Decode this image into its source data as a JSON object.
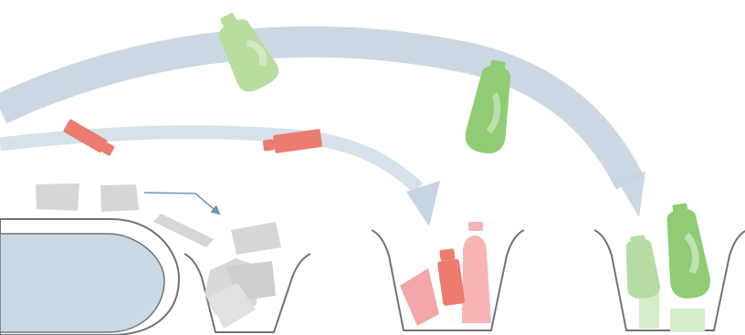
{
  "scene": {
    "background": "#ffffff",
    "colors": {
      "conveyor_fill": "#c9d9e6",
      "conveyor_outline": "#6f7378",
      "flight_arrow": "#c7d5e2",
      "bin_outline": "#6f7378",
      "paper": "#d6d6d6",
      "tube": "#ec7b70",
      "pink_plastic": "#f6b5b3",
      "green_bottle": "#8fcc74",
      "light_green": "#b6dca4"
    },
    "icons": [
      "conveyor-belt-icon",
      "flying-bottle-icon",
      "flying-tube-icon",
      "paper-sheet-icon",
      "paper-bin-icon",
      "pink-plastic-bin-icon",
      "green-bottle-bin-icon"
    ],
    "bins": [
      {
        "contents": "paper"
      },
      {
        "contents": "pink-plastics"
      },
      {
        "contents": "green-bottles"
      }
    ]
  }
}
